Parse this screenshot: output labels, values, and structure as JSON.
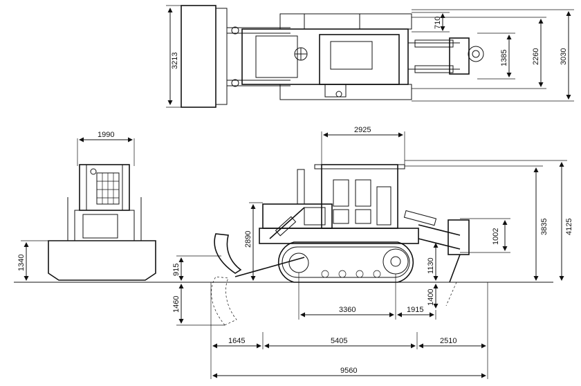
{
  "dimensions": {
    "top_blade_width": "3213",
    "top_710": "710",
    "top_1385": "1385",
    "top_2260": "2260",
    "top_3030": "3030",
    "front_width": "1990",
    "front_blade_height": "1340",
    "cab_length": "2925",
    "ripper_1002": "1002",
    "height_3835": "3835",
    "height_4125": "4125",
    "blade_lift_2890": "2890",
    "blade_drop_915": "915",
    "blade_depth_1460": "1460",
    "ripper_clear_1130": "1130",
    "ripper_depth_1400": "1400",
    "track_3360": "3360",
    "rear_1915": "1915",
    "front_1645": "1645",
    "base_5405": "5405",
    "rear_2510": "2510",
    "overall_9560": "9560"
  }
}
